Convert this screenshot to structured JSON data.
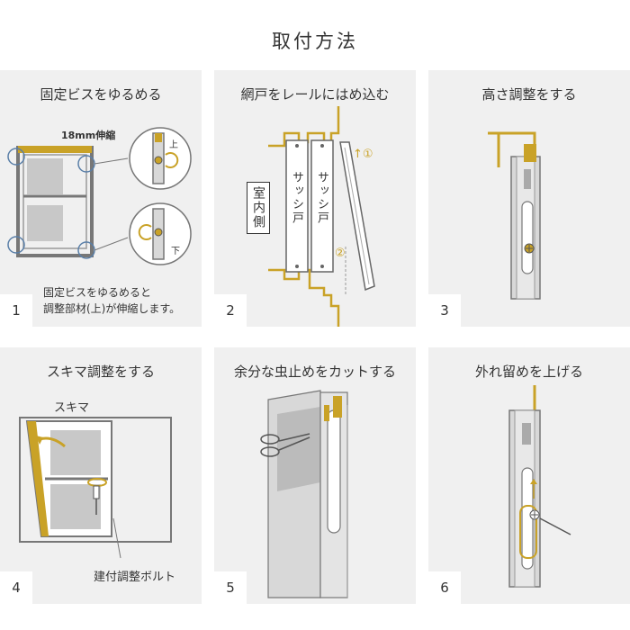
{
  "title": "取付方法",
  "colors": {
    "accent": "#c9a227",
    "panel_bg": "#f0f0f0",
    "frame": "#777777",
    "text": "#333333",
    "circle": "#5a7fa8"
  },
  "steps": [
    {
      "number": "1",
      "title": "固定ビスをゆるめる",
      "label_top": "18mm伸縮",
      "label_up": "上",
      "label_down": "下",
      "caption_line1": "固定ビスをゆるめると",
      "caption_line2": "調整部材(上)が伸縮します。"
    },
    {
      "number": "2",
      "title": "網戸をレールにはめ込む",
      "label_room": "室内側",
      "label_sash1": "サッシ戸",
      "label_sash2": "サッシ戸",
      "marker1": "↑①",
      "marker2": "②"
    },
    {
      "number": "3",
      "title": "高さ調整をする"
    },
    {
      "number": "4",
      "title": "スキマ調整をする",
      "label_gap": "スキマ",
      "label_bolt": "建付調整ボルト"
    },
    {
      "number": "5",
      "title": "余分な虫止めをカットする"
    },
    {
      "number": "6",
      "title": "外れ留めを上げる"
    }
  ]
}
